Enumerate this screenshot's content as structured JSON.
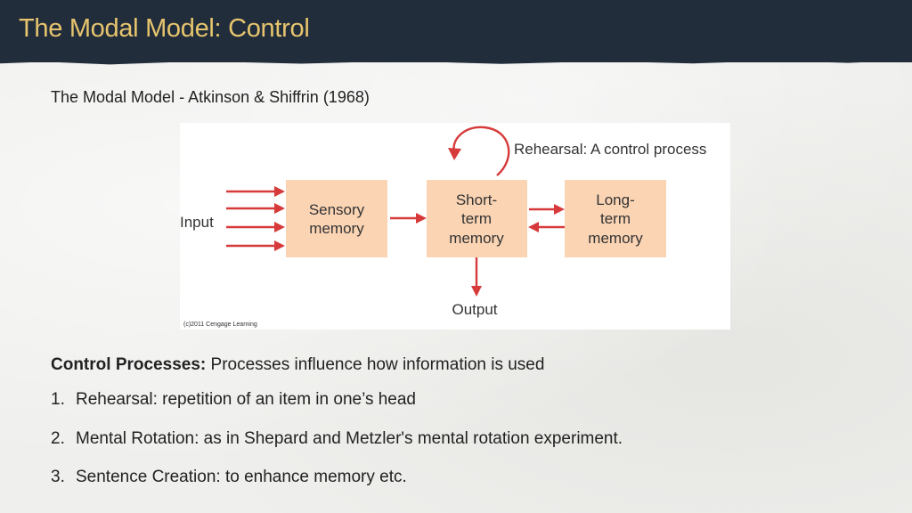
{
  "slide": {
    "title": "The Modal Model: Control",
    "subtitle": "The Modal Model - Atkinson & Shiffrin (1968)"
  },
  "diagram": {
    "input_label": "Input",
    "sensory_memory": [
      "Sensory",
      "memory"
    ],
    "short_term_memory": [
      "Short-",
      "term",
      "memory"
    ],
    "long_term_memory": [
      "Long-",
      "term",
      "memory"
    ],
    "rehearsal_label": "Rehearsal: A control process",
    "output_label": "Output",
    "copyright": "(c)2011 Cengage Learning"
  },
  "control_processes": {
    "heading": "Control Processes:",
    "description": "Processes influence how information is used",
    "items": [
      {
        "number": "1.",
        "text": "Rehearsal: repetition of an item in one’s head"
      },
      {
        "number": "2.",
        "text": "Mental Rotation: as in Shepard and Metzler's mental rotation experiment."
      },
      {
        "number": "3.",
        "text": "Sentence Creation: to enhance memory etc."
      }
    ]
  },
  "colors": {
    "header_bg": "#222d3b",
    "title_color": "#e7c56e",
    "box_fill": "#fbd4b4",
    "arrow_color": "#d63a3a"
  }
}
